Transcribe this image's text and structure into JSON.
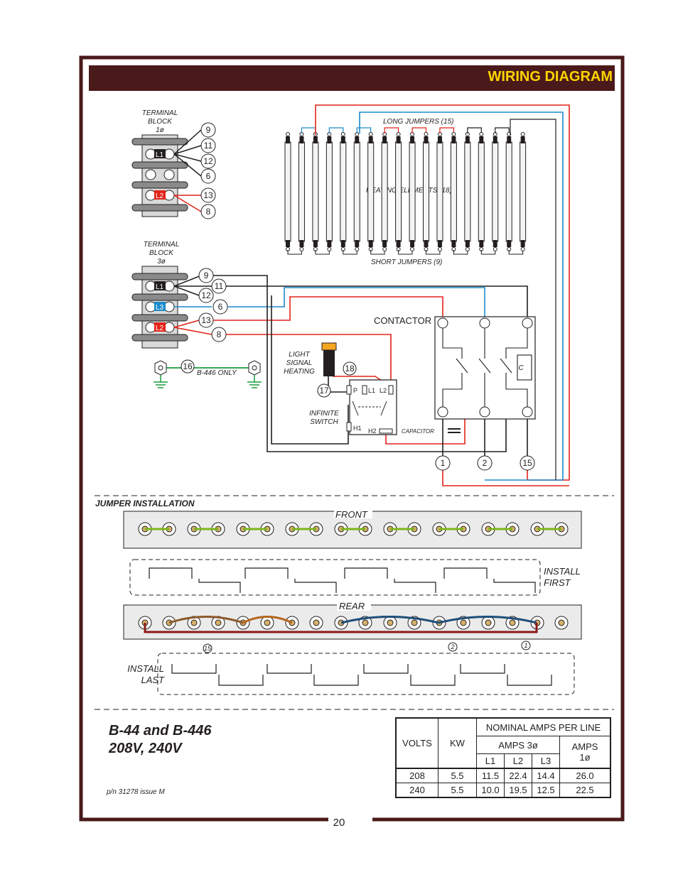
{
  "header": {
    "title": "WIRING DIAGRAM"
  },
  "page_number": "20",
  "colors": {
    "frame": "#4a1a1a",
    "title_text": "#ffd400",
    "wire_red": "#e2231a",
    "wire_blue": "#1d8ccb",
    "wire_black": "#231f20",
    "ground_green": "#1a9b3c"
  },
  "terminal_block_1ph": {
    "label": "TERMINAL\nBLOCK\n1ø",
    "line1": "TERMINAL",
    "line2": "BLOCK",
    "line3": "1ø",
    "terminals": [
      "L1",
      "L2"
    ],
    "wire_numbers": [
      "9",
      "11",
      "12",
      "6",
      "13",
      "8"
    ]
  },
  "terminal_block_3ph": {
    "line1": "TERMINAL",
    "line2": "BLOCK",
    "line3": "3ø",
    "terminals": [
      "L1",
      "L3",
      "L2"
    ],
    "wire_numbers": [
      "9",
      "11",
      "12",
      "6",
      "13",
      "8"
    ]
  },
  "ground": {
    "wire_number": "16",
    "note": "B-446 ONLY"
  },
  "heaters": {
    "long_jumpers": "LONG JUMPERS (15)",
    "heating_elements": "HEATING ELEMENTS (18)",
    "short_jumpers": "SHORT JUMPERS (9)"
  },
  "contactor": {
    "label": "CONTACTOR",
    "coil": "C",
    "outputs": [
      "1",
      "2",
      "15"
    ]
  },
  "light": {
    "line1": "LIGHT",
    "line2": "SIGNAL",
    "line3": "HEATING",
    "wires": [
      "17",
      "18"
    ]
  },
  "infinite_switch": {
    "line1": "INFINITE",
    "line2": "SWITCH",
    "terminals": [
      "P",
      "L1",
      "L2",
      "H1",
      "H2"
    ]
  },
  "capacitor": "CAPACITOR",
  "jumper_installation": {
    "title": "JUMPER INSTALLATION",
    "front": "FRONT",
    "rear": "REAR",
    "install_first": [
      "INSTALL",
      "FIRST"
    ],
    "install_last": [
      "INSTALL",
      "LAST"
    ],
    "rear_markers": [
      "15",
      "2",
      "1"
    ]
  },
  "model": {
    "line1": "B-44 and B-446",
    "line2": "208V, 240V"
  },
  "part_number": "p/n 31278 issue M",
  "spec_table": {
    "header_volts": "VOLTS",
    "header_kw": "KW",
    "header_amps": "NOMINAL AMPS PER LINE",
    "header_amps_3": "AMPS 3ø",
    "header_amps_1": "AMPS\n1ø",
    "header_amps_1_l1": "AMPS",
    "header_amps_1_l2": "1ø",
    "cols": [
      "L1",
      "L2",
      "L3"
    ],
    "rows": [
      {
        "volts": "208",
        "kw": "5.5",
        "l1": "11.5",
        "l2": "22.4",
        "l3": "14.4",
        "a1": "26.0"
      },
      {
        "volts": "240",
        "kw": "5.5",
        "l1": "10.0",
        "l2": "19.5",
        "l3": "12.5",
        "a1": "22.5"
      }
    ]
  }
}
